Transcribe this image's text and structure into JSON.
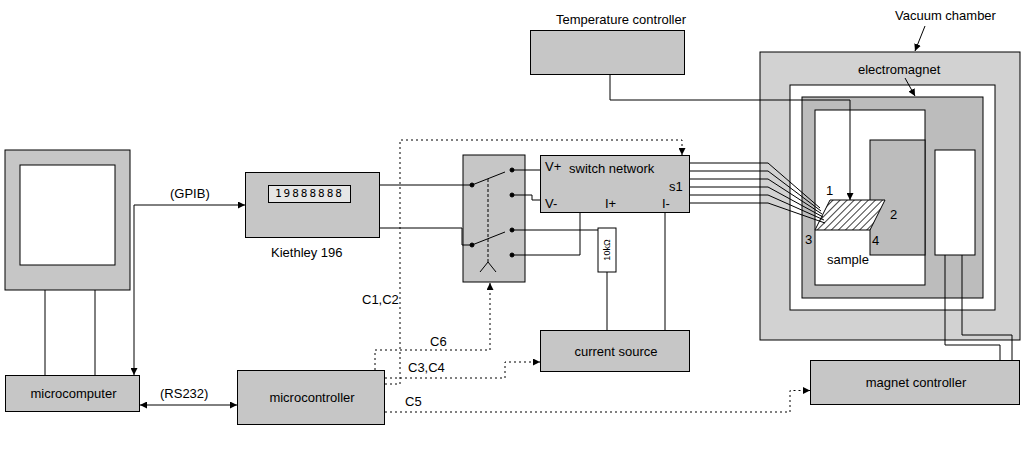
{
  "diagram": {
    "nodes": [
      {
        "text": [
          "microcomputer"
        ]
      },
      {
        "text": [
          "19888888",
          "Kiethley 196"
        ]
      },
      {
        "text": [
          "microcontroller"
        ]
      },
      {
        "text": [
          "switch network"
        ]
      },
      {
        "text": [
          "current source"
        ]
      },
      {
        "text": [
          "Temperature controller"
        ]
      },
      {
        "text": [
          "Vacuum chamber"
        ]
      },
      {
        "text": [
          "sample"
        ],
        "in": 6
      },
      {
        "text": [
          "magnet controller"
        ]
      }
    ],
    "edges": [
      {
        "from": 0,
        "to": 1,
        "arrow": "both",
        "label": "(GPIB)"
      },
      {
        "from": 0,
        "to": 2,
        "arrow": "both",
        "label": "(RS232)"
      },
      {
        "from": 2,
        "to": 3,
        "arrow": "to",
        "label": "C1,C2"
      },
      {
        "from": 2,
        "to": 4,
        "arrow": "to",
        "label": "C3,C4"
      },
      {
        "from": 2,
        "to": 8,
        "arrow": "to",
        "label": "C5"
      },
      {
        "from": 5,
        "to": 7,
        "arrow": "to"
      },
      {
        "from": 3,
        "to": 7,
        "arrow": "none"
      }
    ],
    "labels": [
      "C6",
      "V+",
      "V-",
      "I+",
      "I-",
      "s1",
      "10kΩ",
      "electromagnet",
      "1",
      "2",
      "3",
      "4"
    ]
  }
}
